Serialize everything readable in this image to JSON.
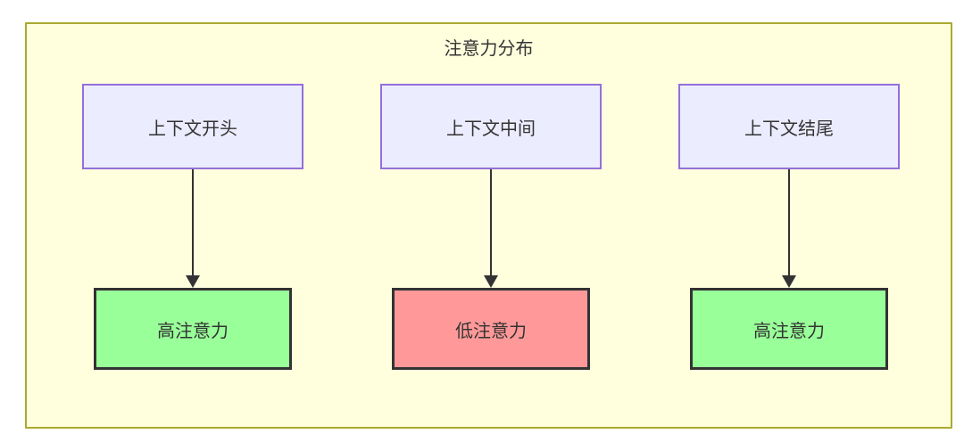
{
  "diagram": {
    "title": "注意力分布",
    "columns": [
      {
        "source": "上下文开头",
        "result": "高注意力",
        "level": "high"
      },
      {
        "source": "上下文中间",
        "result": "低注意力",
        "level": "low"
      },
      {
        "source": "上下文结尾",
        "result": "高注意力",
        "level": "high"
      }
    ],
    "colors": {
      "canvas_bg": "#ffffde",
      "canvas_border": "#aaaa33",
      "source_fill": "#ececff",
      "source_border": "#9370db",
      "high_fill": "#99ff99",
      "low_fill": "#ff9999",
      "result_border": "#333333",
      "arrow": "#333333",
      "text": "#333333"
    }
  }
}
